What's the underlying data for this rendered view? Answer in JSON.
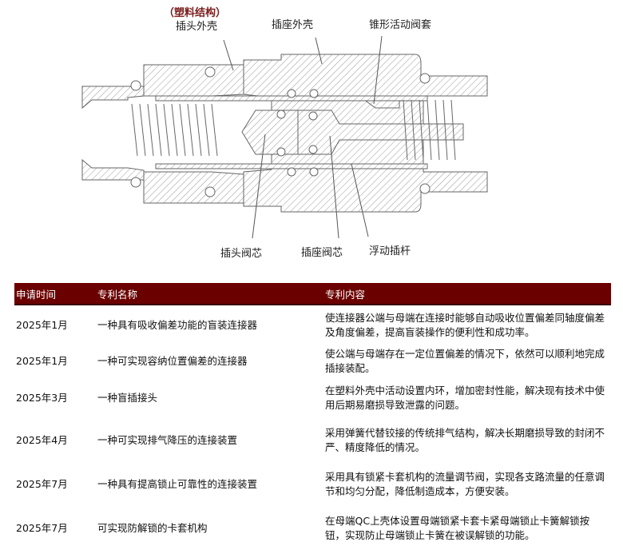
{
  "diagram": {
    "note": "（塑料结构）",
    "labels_top": [
      "插头外壳",
      "插座外壳",
      "锥形活动阀套"
    ],
    "labels_bottom": [
      "插头阀芯",
      "插座阀芯",
      "浮动插杆"
    ]
  },
  "table": {
    "headers": [
      "申请时间",
      "专利名称",
      "专利内容"
    ],
    "rows": [
      {
        "date": "2025年1月",
        "name": "一种具有吸收偏差功能的盲装连接器",
        "content": "使连接器公端与母端在连接时能够自动吸收位置偏差同轴度偏差及角度偏差，提高盲装操作的便利性和成功率。"
      },
      {
        "date": "2025年1月",
        "name": "一种可实现容纳位置偏差的连接器",
        "content": "使公端与母端存在一定位置偏差的情况下，依然可以顺利地完成插接装配。"
      },
      {
        "date": "2025年3月",
        "name": "一种盲插接头",
        "content": "在塑料外壳中活动设置内环，增加密封性能，解决现有技术中使用后期易磨损导致泄露的问题。"
      },
      {
        "date": "2025年4月",
        "name": "一种可实现排气降压的连接装置",
        "content": "采用弹簧代替铰接的传统排气结构，解决长期磨损导致的封闭不严、精度降低的情况。"
      },
      {
        "date": "2025年7月",
        "name": "一种具有提高锁止可靠性的连接装置",
        "content": "采用具有锁紧卡套机构的流量调节阀，实现各支路流量的任意调节和均匀分配，降低制造成本，方便安装。"
      },
      {
        "date": "2025年7月",
        "name": "可实现防解锁的卡套机构",
        "content": "在母端QC上壳体设置母端锁紧卡套卡紧母端锁止卡簧解锁按钮，实现防止母端锁止卡簧在被误解锁的功能。"
      }
    ]
  },
  "colors": {
    "header_bg": "#6b0000",
    "note": "#7a1a1a"
  }
}
